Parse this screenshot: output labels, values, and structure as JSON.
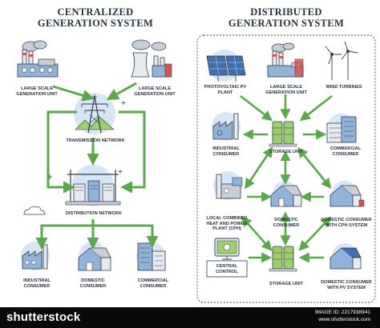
{
  "colors": {
    "arrow": "#5aa84a",
    "outline": "#2f3b4c",
    "blue": "#8fb3d9",
    "green": "#9bd06a",
    "gray": "#c9ced6",
    "red": "#d9534f",
    "footer": "#0a0a0a"
  },
  "centralized": {
    "title_line1": "CENTRALIZED",
    "title_line2": "GENERATION SYSTEM",
    "labels": {
      "large_scale_1": [
        "LARGE SCALE",
        "GENERATION UNIT"
      ],
      "large_scale_2": [
        "LARGE SCALE",
        "GENERATION UNIT"
      ],
      "transmission": [
        "TRANSMISSION NETWORK"
      ],
      "distribution": [
        "DISTRIBUTION NETWORK"
      ],
      "industrial": [
        "INDUSTRIAL",
        "CONSUMER"
      ],
      "domestic": [
        "DOMESTIC",
        "CONSUMER"
      ],
      "commercial": [
        "COMMERCIAL",
        "CONSUMER"
      ]
    }
  },
  "distributed": {
    "title_line1": "DISTRIBUTED",
    "title_line2": "GENERATION SYSTEM",
    "labels": {
      "pv_plant": [
        "PHOTOVOLTAIC PV",
        "PLANT"
      ],
      "large_scale": [
        "LARGE SCALE",
        "GENERATION UNIT"
      ],
      "wind": [
        "WIND TURBINES"
      ],
      "industrial": [
        "INDUSTRIAL",
        "CONSUMER"
      ],
      "storage_1": [
        "STORAGE UNIT"
      ],
      "commercial": [
        "COMMERCIAL",
        "CONSUMER"
      ],
      "chp_plant": [
        "LOCAL COMBINED",
        "HEAT AND POWER",
        "PLANT (CPH)"
      ],
      "domestic": [
        "DOMESTIC",
        "CONSUMER"
      ],
      "domestic_chp": [
        "DOMESTIC CONSUMER",
        "WITH CPH SYSTEM"
      ],
      "central_control": [
        "CENTRAL",
        "CONTROL"
      ],
      "storage_2": [
        "STORAGE UNIT"
      ],
      "domestic_pv": [
        "DOMESTIC CONSUMER",
        "WITH PV SYSTEM"
      ]
    }
  },
  "footer": {
    "brand": "shutterstock",
    "image_id": "IMAGE ID: 2217938941",
    "site": "www.shutterstock.com"
  }
}
